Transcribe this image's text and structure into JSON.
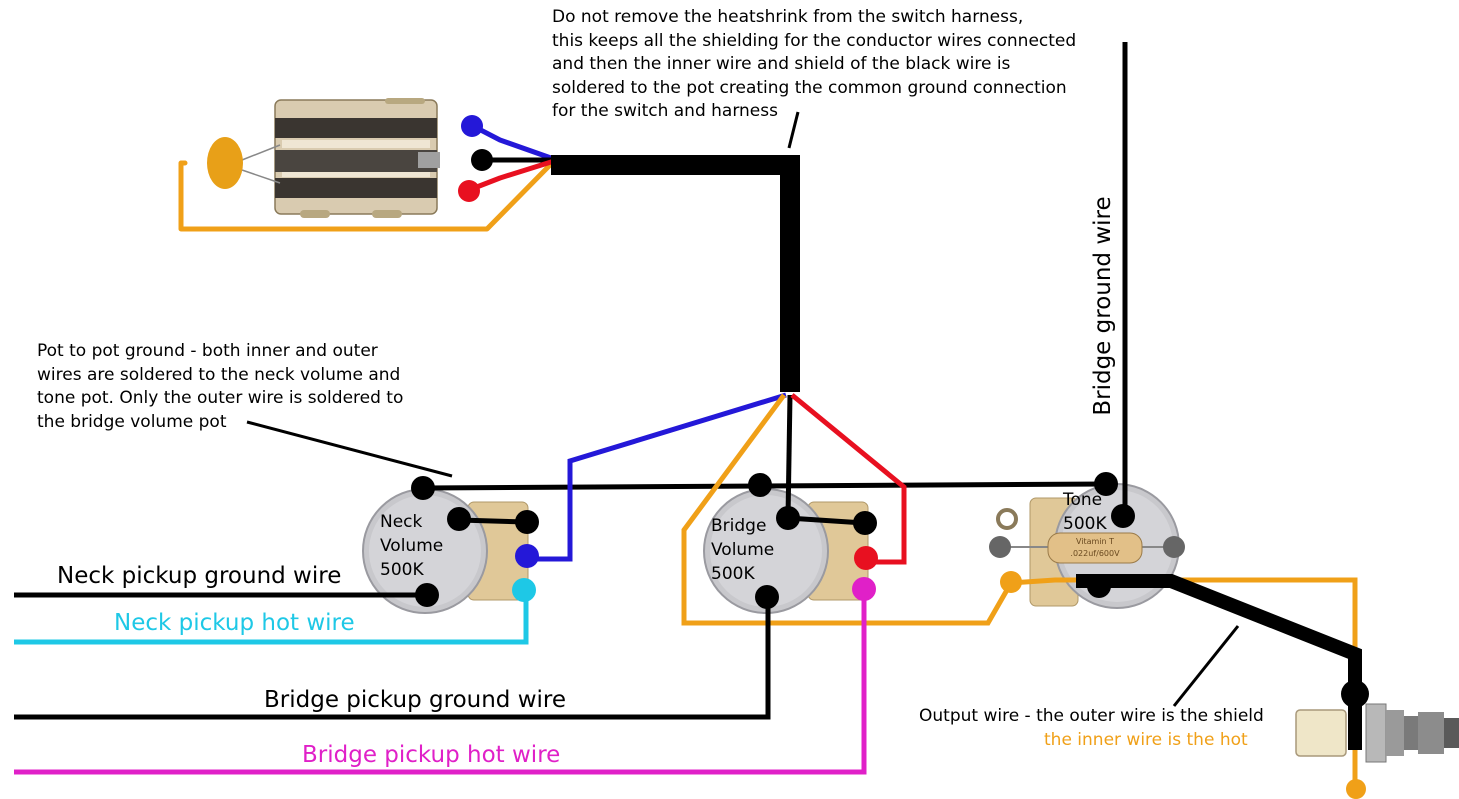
{
  "notes": {
    "heatshrink": [
      "Do not remove the heatshrink from the switch harness,",
      "this keeps all the shielding for the conductor wires connected",
      "and then the inner wire and shield of the black wire is",
      "soldered to the pot creating the common ground connection",
      "for the switch and harness"
    ],
    "pot_ground": [
      "Pot to pot ground - both inner and outer",
      "wires are soldered to the neck volume and",
      "tone pot. Only the outer wire is soldered to",
      "the bridge volume pot"
    ],
    "output_line1": "Output wire - the outer wire is the shield",
    "output_line2": "the inner wire is the hot"
  },
  "wire_labels": {
    "neck_ground": "Neck pickup ground wire",
    "neck_hot": "Neck pickup hot wire",
    "bridge_ground": "Bridge pickup ground wire",
    "bridge_hot": "Bridge pickup hot wire",
    "bridge_ground_vertical": "Bridge ground wire"
  },
  "pots": {
    "neck": [
      "Neck",
      "Volume",
      "500K"
    ],
    "bridge": [
      "Bridge",
      "Volume",
      "500K"
    ],
    "tone": [
      "Tone",
      "500K"
    ]
  },
  "capacitor_label": "Vitamin T .022uf/600V",
  "colors": {
    "ground": "#000000",
    "neck_hot": "#1ec8e6",
    "bridge_hot": "#e020c8",
    "blue": "#2418d8",
    "red": "#e81020",
    "orange": "#f0a018",
    "gray": "#666666",
    "pot_body": "#c8c8cc",
    "pot_lug": "#e0c898"
  }
}
